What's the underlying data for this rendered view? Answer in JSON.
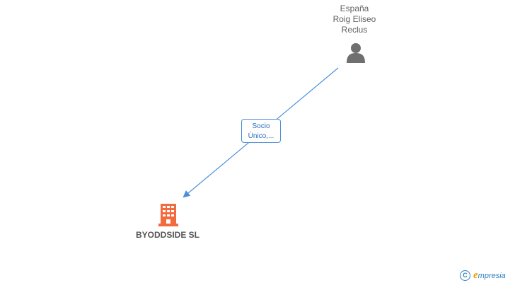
{
  "person": {
    "name_lines": [
      "España",
      "Roig Eliseo",
      "Reclus"
    ],
    "icon": "person-icon",
    "color": "#6f6f6f"
  },
  "relation": {
    "label_lines": [
      "Socio",
      "Único,..."
    ],
    "color": "#4a90d9"
  },
  "company": {
    "name": "BYODDSIDE SL",
    "icon": "building-icon",
    "color": "#f26a3d"
  },
  "watermark": {
    "copyright": "C",
    "brand_initial": "e",
    "brand_rest": "mpresia",
    "initial_color": "#f0a000",
    "color": "#2e7fc0"
  }
}
